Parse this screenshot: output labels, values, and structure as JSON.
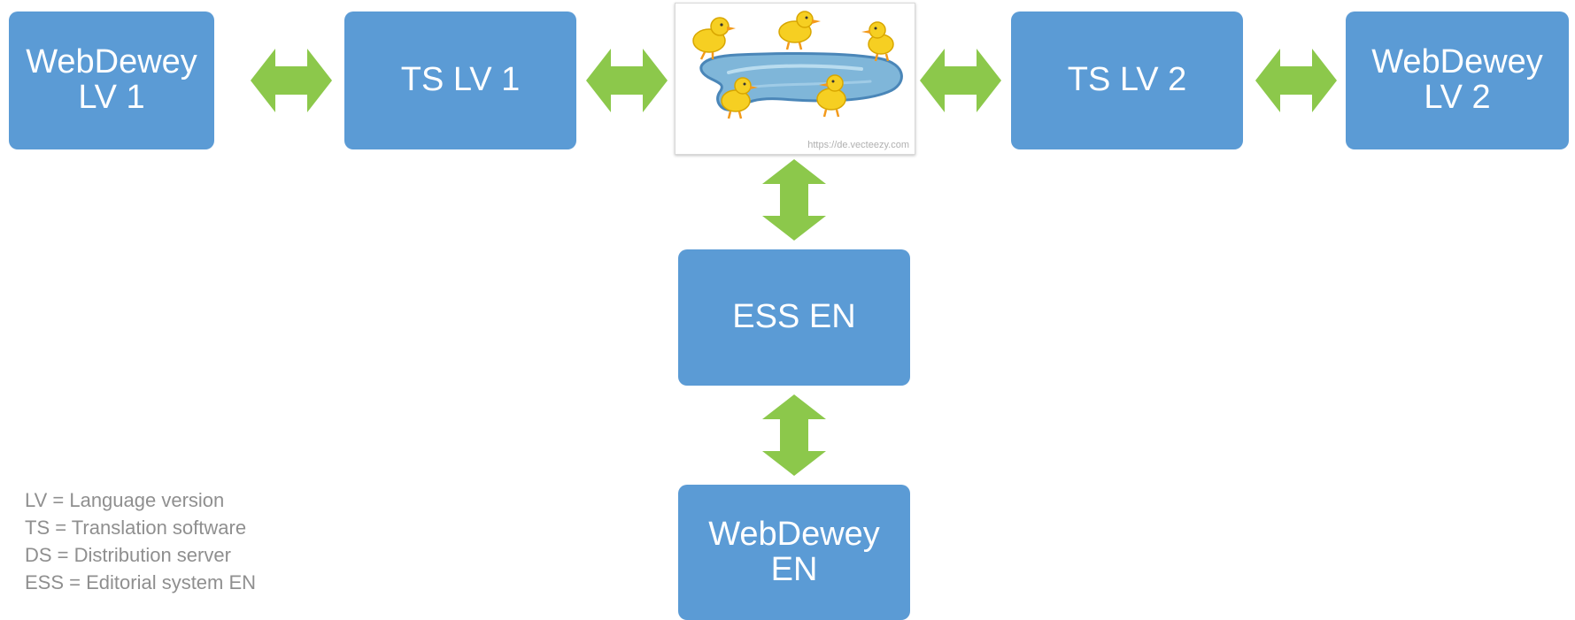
{
  "diagram": {
    "boxes": {
      "webdewey_lv1": {
        "line1": "WebDewey",
        "line2": "LV 1"
      },
      "ts_lv1": {
        "line1": "TS LV 1"
      },
      "ts_lv2": {
        "line1": "TS LV 2"
      },
      "webdewey_lv2": {
        "line1": "WebDewey",
        "line2": "LV 2"
      },
      "ess_en": {
        "line1": "ESS EN"
      },
      "webdewey_en": {
        "line1": "WebDewey",
        "line2": "EN"
      }
    },
    "image": {
      "subject": "ducklings-around-pond",
      "credit": "https://de.vecteezy.com"
    },
    "legend": [
      "LV = Language version",
      "TS = Translation software",
      "DS = Distribution server",
      "ESS = Editorial system EN"
    ]
  },
  "colors": {
    "box_fill": "#5b9bd5",
    "box_text": "#ffffff",
    "arrow_fill": "#8cc84b",
    "legend_text": "#8f8f8f"
  }
}
